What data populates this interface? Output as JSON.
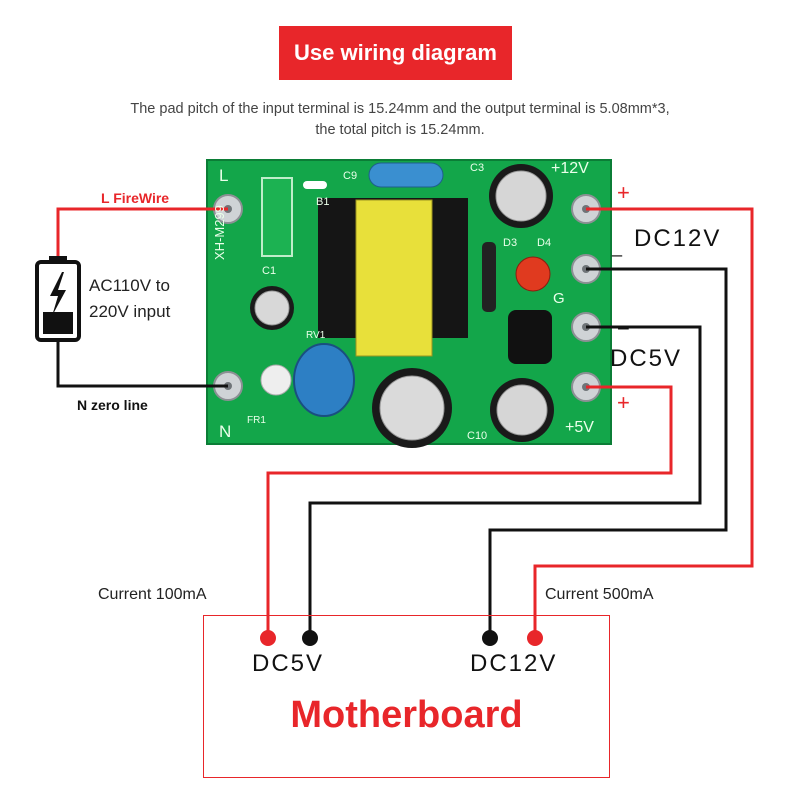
{
  "title": "Use wiring diagram",
  "note_line1": "The pad pitch of the input terminal is 15.24mm and the output terminal is 5.08mm*3,",
  "note_line2": "the total pitch is 15.24mm.",
  "input": {
    "l_label": "L FireWire",
    "n_label": "N zero line",
    "source_line1": "AC110V to",
    "source_line2": "220V input"
  },
  "outputs": {
    "dc12_label": "DC12V",
    "dc5_label": "DC5V",
    "plus": "+",
    "minus": "_",
    "minus2": "−"
  },
  "board": {
    "L": "L",
    "N": "N",
    "plus12": "+12V",
    "plus5": "+5V",
    "G": "G",
    "model": "XH-M299",
    "C1": "C1",
    "C3": "C3",
    "C9": "C9",
    "C10": "C10",
    "B1": "B1",
    "D3": "D3",
    "D4": "D4",
    "FR1": "FR1",
    "RV1": "RV1"
  },
  "motherboard": {
    "title": "Motherboard",
    "current_left": "Current 100mA",
    "current_right": "Current 500mA",
    "dc5_label": "DC5V",
    "dc12_label": "DC12V"
  },
  "colors": {
    "red": "#e8262a",
    "pcb_green": "#13a64a",
    "black": "#111111"
  }
}
